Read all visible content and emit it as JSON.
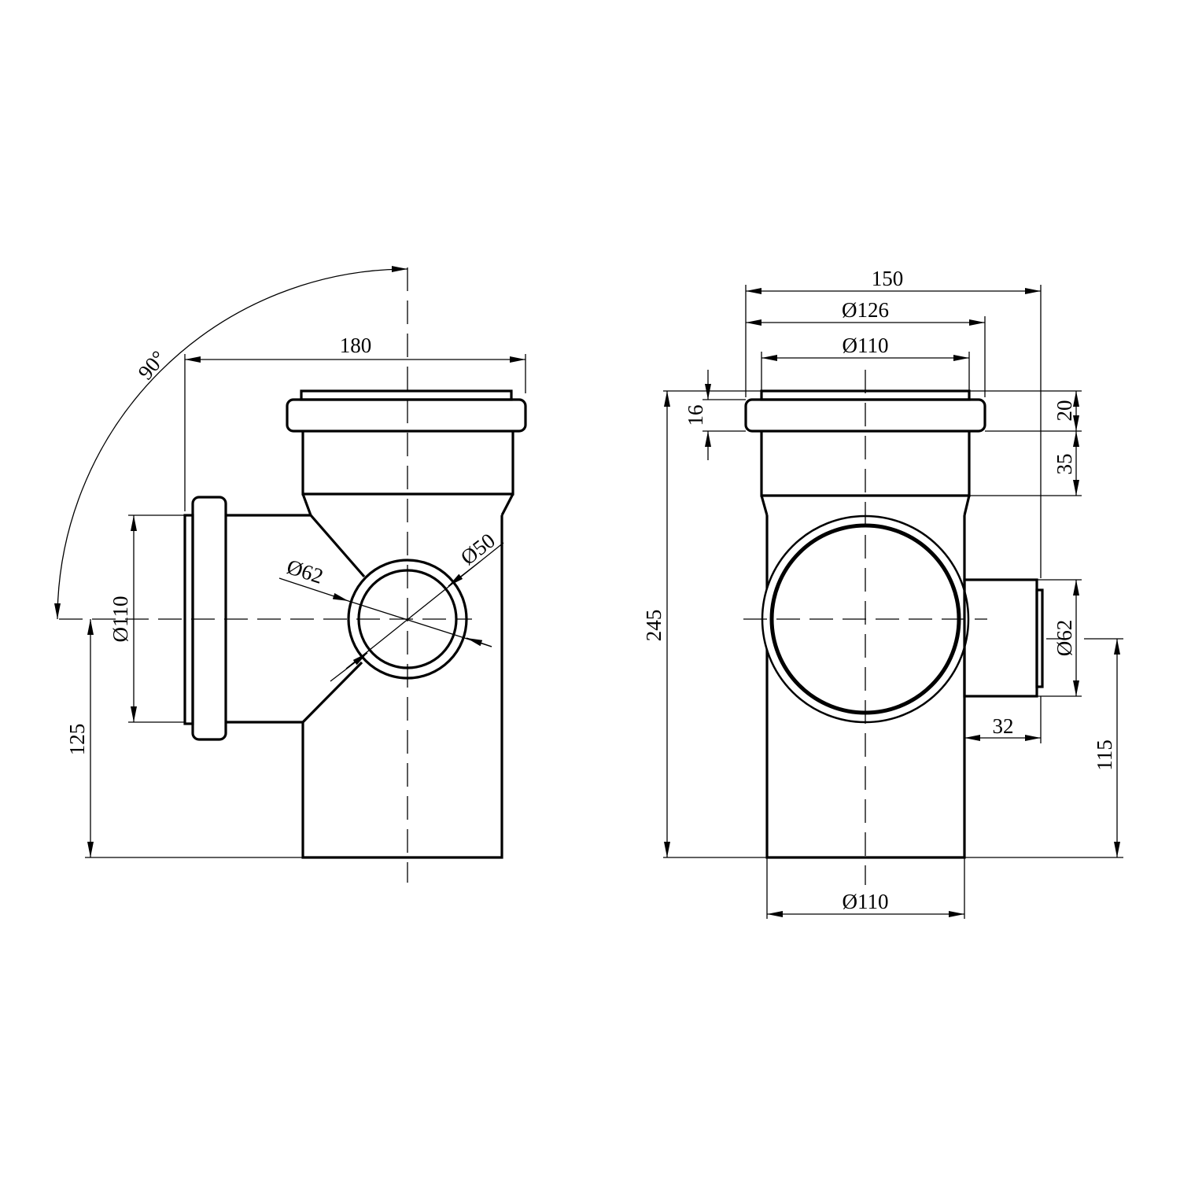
{
  "side_view": {
    "width_label": "180",
    "angle_label": "90°",
    "branch_diameter_label": "Ø110",
    "branch_height_label": "125",
    "outer_port_label": "Ø62",
    "inner_port_label": "Ø50"
  },
  "front_view": {
    "overall_width_label": "150",
    "socket_outer_label": "Ø126",
    "socket_inner_label": "Ø110",
    "ring_height_label": "16",
    "total_height_label": "245",
    "cap_height_label": "20",
    "socket_depth_label": "35",
    "side_port_label": "Ø62",
    "side_port_length_label": "32",
    "side_port_height_label": "115",
    "bottom_diameter_label": "Ø110"
  }
}
